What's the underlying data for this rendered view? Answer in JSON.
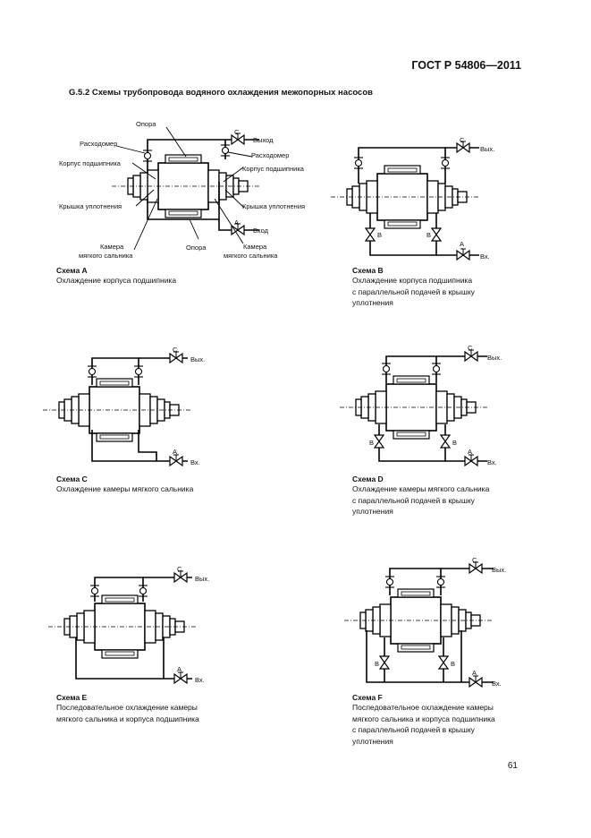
{
  "header": {
    "standard": "ГОСТ Р 54806—2011"
  },
  "section": {
    "title": "G.5.2  Схемы трубопровода водяного охлаждения межопорных насосов"
  },
  "schemes": [
    {
      "title": "Схема А",
      "text": "Охлаждение корпуса подшипника"
    },
    {
      "title": "Схема В",
      "text": "Охлаждение  корпуса  подшипника\nс параллельной подачей в крышку\nуплотнения"
    },
    {
      "title": "Схема С",
      "text": "Охлаждение камеры мягкого сальника"
    },
    {
      "title": "Схема D",
      "text": "Охлаждение камеры мягкого сальника\nс параллельной подачей в крышку\nуплотнения"
    },
    {
      "title": "Схема Е",
      "text": "Последовательное охлаждение камеры\n мягкого сальника и корпуса подшипника"
    },
    {
      "title": "Схема F",
      "text": "Последовательное охлаждение камеры\nмягкого сальника и корпуса подшипника\nс параллельной подачей в крышку\nуплотнения"
    }
  ],
  "diagram_labels": {
    "opora": "Опора",
    "raskhodomer": "Расходомер",
    "korpus_podshipnika": "Корпус подшипника",
    "kryshka_uplotneniya": "Крышка уплотнения",
    "kamera": "Камера",
    "myagkogo_salnika": "мягкого сальника",
    "vykhod": "Выход",
    "vkhod": "Вход",
    "vykh": "Вых.",
    "vkh": "Вх.",
    "a": "А",
    "b": "В",
    "c": "С"
  },
  "footer": {
    "page_number": "61"
  }
}
